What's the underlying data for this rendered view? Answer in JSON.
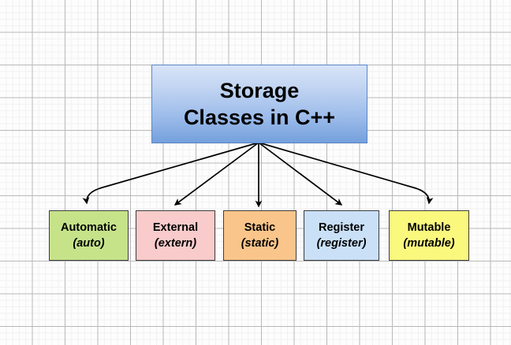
{
  "diagram": {
    "title_line1": "Storage",
    "title_line2": "Classes in C++",
    "root": {
      "name": "storage-classes-root",
      "label": "Storage Classes in C++",
      "fill_top": "#d8e4f8",
      "fill_bottom": "#74a0dc",
      "border": "#5b86c4"
    },
    "children": [
      {
        "id": "automatic",
        "name": "Automatic",
        "keyword": "(auto)",
        "fill": "#c6e38a",
        "border": "#3b3b3b"
      },
      {
        "id": "external",
        "name": "External",
        "keyword": "(extern)",
        "fill": "#f9cbcb",
        "border": "#3b3b3b"
      },
      {
        "id": "static",
        "name": "Static",
        "keyword": "(static)",
        "fill": "#fac58a",
        "border": "#3b3b3b"
      },
      {
        "id": "register",
        "name": "Register",
        "keyword": "(register)",
        "fill": "#c9e0f7",
        "border": "#3b3b3b"
      },
      {
        "id": "mutable",
        "name": "Mutable",
        "keyword": "(mutable)",
        "fill": "#fbf87e",
        "border": "#3b3b3b"
      }
    ],
    "connector_color": "#000000",
    "background": {
      "color": "#fdfdfd",
      "minor_grid_color": "#f1f1f1",
      "major_grid_color": "#b9b9b9"
    }
  }
}
